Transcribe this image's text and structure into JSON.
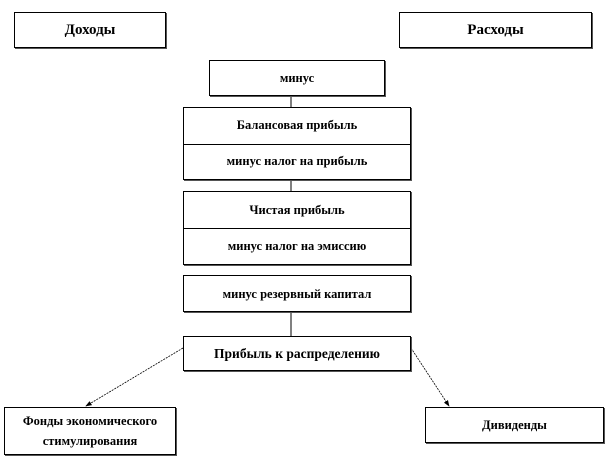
{
  "income": "Доходы",
  "expenses": "Расходы",
  "minus": "минус",
  "balance_profit": "Балансовая прибыль",
  "minus_profit_tax": "минус налог на прибыль",
  "net_profit": "Чистая прибыль",
  "minus_emission_tax": "минус налог на эмиссию",
  "minus_reserve_capital": "минус резервный капитал",
  "profit_to_distribute": "Прибыль к распределению",
  "funds": "Фонды экономического стимулирования",
  "dividends": "Дивиденды"
}
